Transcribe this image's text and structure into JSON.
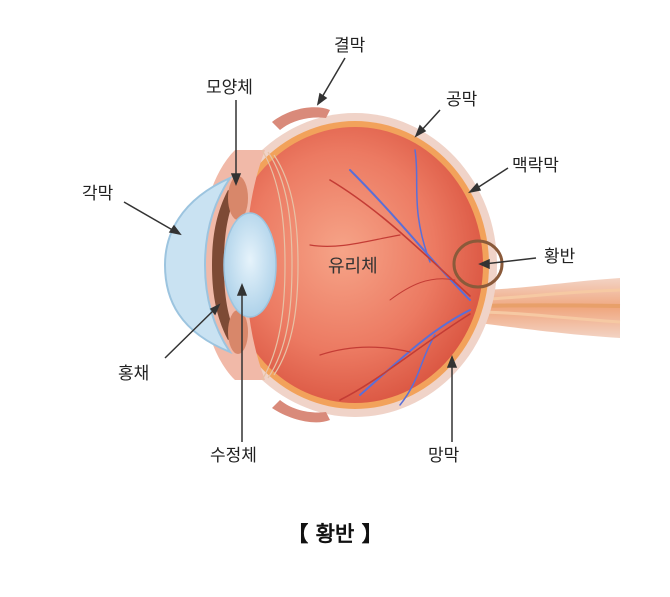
{
  "labels": {
    "conjunctiva": "결막",
    "ciliary_body": "모양체",
    "sclera": "공막",
    "choroid": "맥락막",
    "cornea": "각막",
    "vitreous": "유리체",
    "macula": "황반",
    "iris": "홍채",
    "lens": "수정체",
    "retina": "망막"
  },
  "caption": "【 황반 】",
  "colors": {
    "eyeball": "#e9735c",
    "sclera": "#f2d6cd",
    "cornea": "#c9e2f2",
    "lens": "#bcdcf0",
    "macula_ring": "#8a5a3a",
    "vein": "#5a6fd8",
    "artery": "#c43c35"
  }
}
